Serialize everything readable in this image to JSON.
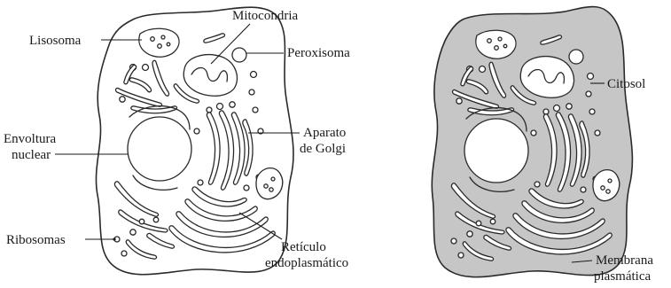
{
  "left_cell": {
    "labels": {
      "lisosoma": "Lisosoma",
      "mitocondria": "Mitocondria",
      "peroxisoma": "Peroxisoma",
      "envoltura_line1": "Envoltura",
      "envoltura_line2": "nuclear",
      "aparato_line1": "Aparato",
      "aparato_line2": "de Golgi",
      "ribosomas": "Ribosomas",
      "reticulo_line1": "Retículo",
      "reticulo_line2": "endoplasmático"
    }
  },
  "right_cell": {
    "labels": {
      "citosol": "Citosol",
      "membrana_line1": "Membrana",
      "membrana_line2": "plasmática"
    },
    "cytosol_color": "#c6c6c6"
  }
}
